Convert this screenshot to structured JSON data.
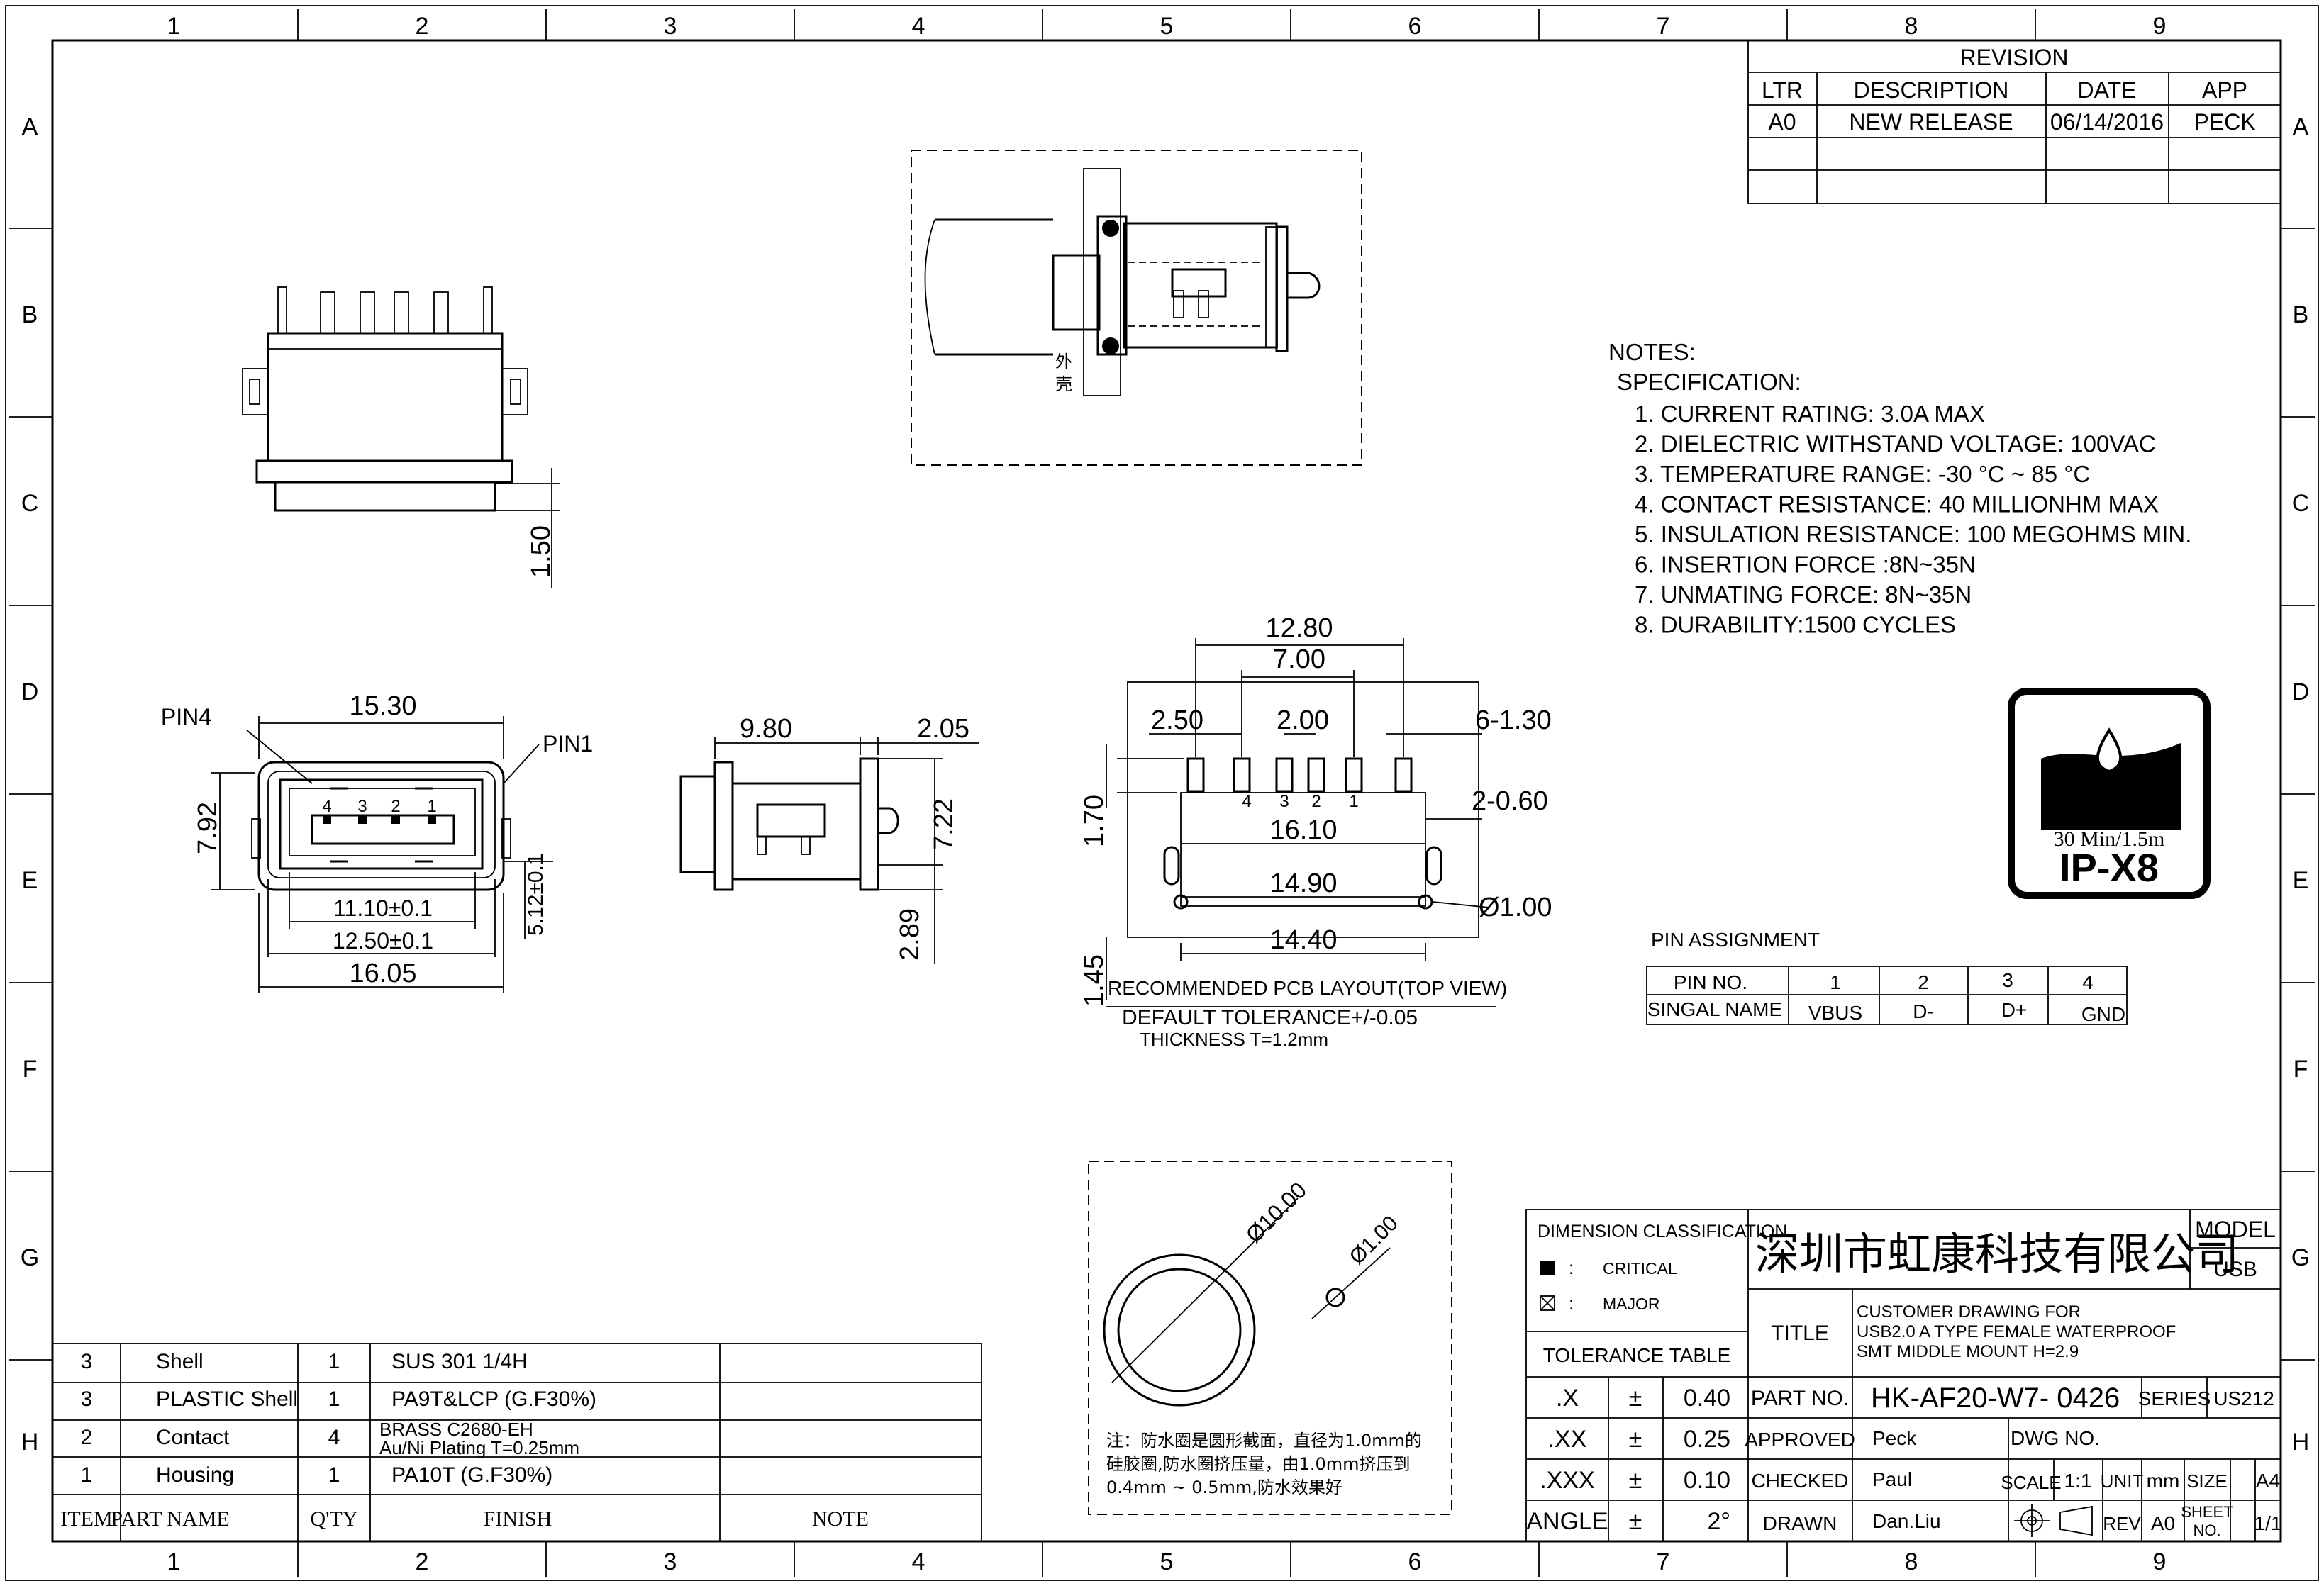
{
  "border": {
    "columns": [
      "1",
      "2",
      "3",
      "4",
      "5",
      "6",
      "7",
      "8",
      "9"
    ],
    "rows": [
      "A",
      "B",
      "C",
      "D",
      "E",
      "F",
      "G",
      "H"
    ]
  },
  "revision": {
    "title": "REVISION",
    "headers": [
      "LTR",
      "DESCRIPTION",
      "DATE",
      "APP"
    ],
    "rows": [
      [
        "A0",
        "NEW RELEASE",
        "06/14/2016",
        "PECK"
      ]
    ]
  },
  "section_view": {
    "label_line1": "外",
    "label_line2": "壳"
  },
  "notes": {
    "heading": "NOTES:",
    "subheading": "SPECIFICATION:",
    "items": [
      "1. CURRENT RATING: 3.0A MAX",
      "2. DIELECTRIC WITHSTAND VOLTAGE: 100VAC",
      "3. TEMPERATURE RANGE: -30 °C ~ 85 °C",
      "4. CONTACT RESISTANCE: 40 MILLIONHM MAX",
      "5. INSULATION RESISTANCE: 100 MEGOHMS MIN.",
      "6. INSERTION FORCE :8N~35N",
      "7. UNMATING FORCE: 8N~35N",
      "8. DURABILITY:1500 CYCLES"
    ]
  },
  "ip_badge": {
    "caption": "30 Min/1.5m",
    "rating": "IP-X8"
  },
  "top_view": {
    "dim": "1.50"
  },
  "front_view": {
    "pin4": "PIN4",
    "pin1": "PIN1",
    "pins": [
      "4",
      "3",
      "2",
      "1"
    ],
    "dims": [
      "15.30",
      "7.92",
      "11.10±0.1",
      "12.50±0.1",
      "16.05",
      "5.12±0.1"
    ]
  },
  "side_view": {
    "dims": [
      "9.80",
      "2.05",
      "7.22",
      "2.89"
    ]
  },
  "pcb_layout": {
    "dims": [
      "12.80",
      "7.00",
      "2.50",
      "2.00",
      "6-1.30",
      "1.70",
      "2-0.60",
      "16.10",
      "14.90",
      "Ø1.00",
      "14.40",
      "1.45"
    ],
    "pins": [
      "4",
      "3",
      "2",
      "1"
    ],
    "title": "RECOMMENDED PCB LAYOUT(TOP VIEW)",
    "tolerance": "DEFAULT TOLERANCE+/-0.05",
    "thickness": "THICKNESS T=1.2mm"
  },
  "pin_assignment": {
    "title": "PIN ASSIGNMENT",
    "header_label": "PIN NO.",
    "pin_numbers": [
      "1",
      "2",
      "3",
      "4"
    ],
    "signal_label": "SINGAL NAME",
    "signals": [
      "VBUS",
      "D-",
      "D+",
      "GND"
    ]
  },
  "seal_detail": {
    "dia_outer": "Ø10.00",
    "dia_section": "Ø1.00",
    "note_lines": [
      "注：防水圈是圆形截面，直径为1.0mm的",
      "硅胶圈,防水圈挤压量，由1.0mm挤压到",
      "0.4mm ~ 0.5mm,防水效果好"
    ]
  },
  "bom": {
    "rows": [
      [
        "3",
        "Shell",
        "1",
        "SUS 301 1/4H",
        ""
      ],
      [
        "3",
        "PLASTIC Shell",
        "1",
        "PA9T&LCP (G.F30%)",
        ""
      ],
      [
        "2",
        "Contact",
        "4",
        "BRASS C2680-EH",
        "Au/Ni Plating T=0.25mm"
      ],
      [
        "1",
        "Housing",
        "1",
        "PA10T (G.F30%)",
        ""
      ]
    ],
    "headers": [
      "ITEM",
      "PART NAME",
      "Q'TY",
      "FINISH",
      "NOTE"
    ]
  },
  "title_block": {
    "dim_class": "DIMENSION CLASSIFICATION",
    "critical": "CRITICAL",
    "major": "MAJOR",
    "tolerance_table": "TOLERANCE TABLE",
    "tolerances": [
      [
        ".X",
        "±",
        "0.40"
      ],
      [
        ".XX",
        "±",
        "0.25"
      ],
      [
        ".XXX",
        "±",
        "0.10"
      ],
      [
        "ANGLE",
        "±",
        "2°"
      ]
    ],
    "company": "深圳市虹康科技有限公司",
    "model_label": "MODEL",
    "model_value": "USB",
    "title_label": "TITLE",
    "title_lines": [
      "CUSTOMER DRAWING FOR",
      "USB2.0 A TYPE FEMALE WATERPROOF",
      "SMT MIDDLE MOUNT H=2.9"
    ],
    "part_no_label": "PART NO.",
    "part_no": "HK-AF20-W7- 0426",
    "series_label": "SERIES",
    "series": "US212",
    "approved_label": "APPROVED",
    "approved": "Peck",
    "dwg_no_label": "DWG NO.",
    "checked_label": "CHECKED",
    "checked": "Paul",
    "scale_label": "SCALE",
    "scale": "1:1",
    "unit_label": "UNIT",
    "unit": "mm",
    "size_label": "SIZE",
    "size": "A4",
    "drawn_label": "DRAWN",
    "drawn": "Dan.Liu",
    "rev_label": "REV",
    "rev": "A0",
    "sheet_label_1": "SHEET",
    "sheet_label_2": "NO.",
    "sheet": "1/1"
  }
}
